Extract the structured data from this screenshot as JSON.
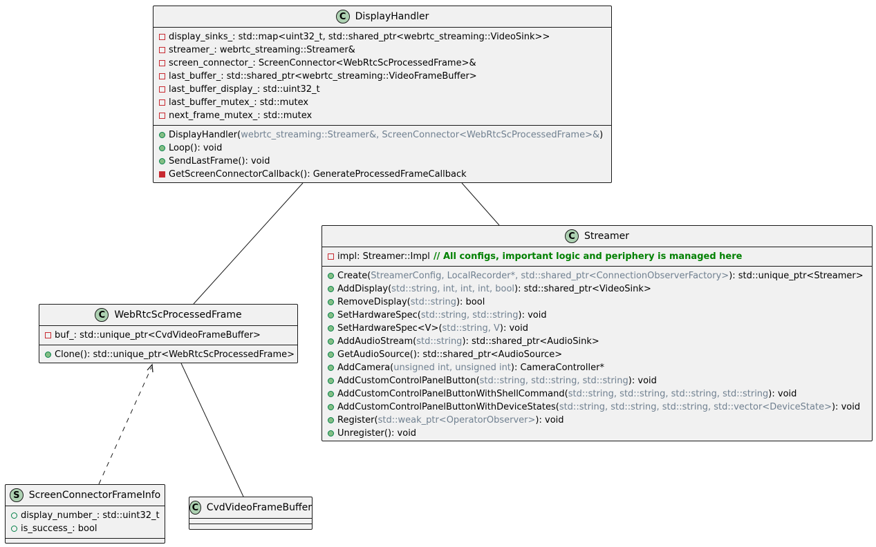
{
  "classes": {
    "display_handler": {
      "kind": "C",
      "name": "DisplayHandler",
      "fields": [
        {
          "vis": "private",
          "text": "display_sinks_: std::map<uint32_t, std::shared_ptr<webrtc_streaming::VideoSink>>"
        },
        {
          "vis": "private",
          "text": "streamer_: webrtc_streaming::Streamer&"
        },
        {
          "vis": "private",
          "text": "screen_connector_: ScreenConnector<WebRtcScProcessedFrame>&"
        },
        {
          "vis": "private",
          "text": "last_buffer_: std::shared_ptr<webrtc_streaming::VideoFrameBuffer>"
        },
        {
          "vis": "private",
          "text": "last_buffer_display_: std::uint32_t"
        },
        {
          "vis": "private",
          "text": "last_buffer_mutex_: std::mutex"
        },
        {
          "vis": "private",
          "text": "next_frame_mutex_: std::mutex"
        }
      ],
      "methods": [
        {
          "vis": "public",
          "name": "DisplayHandler(",
          "params": "webrtc_streaming::Streamer&, ScreenConnector<WebRtcScProcessedFrame>&",
          "ret": ")"
        },
        {
          "vis": "public",
          "name": "Loop(): void",
          "params": "",
          "ret": ""
        },
        {
          "vis": "public",
          "name": "SendLastFrame(): void",
          "params": "",
          "ret": ""
        },
        {
          "vis": "private",
          "name": "GetScreenConnectorCallback(): GenerateProcessedFrameCallback",
          "params": "",
          "ret": ""
        }
      ]
    },
    "streamer": {
      "kind": "C",
      "name": "Streamer",
      "field": {
        "vis": "private",
        "text": "impl: Streamer::Impl",
        "comment": "// All configs, important logic and periphery is managed here"
      },
      "methods": [
        {
          "vis": "public",
          "name": "Create(",
          "params": "StreamerConfig, LocalRecorder*, std::shared_ptr<ConnectionObserverFactory>",
          "ret": "): std::unique_ptr<Streamer>"
        },
        {
          "vis": "public",
          "name": "AddDisplay(",
          "params": "std::string, int, int, int, bool",
          "ret": "): std::shared_ptr<VideoSink>"
        },
        {
          "vis": "public",
          "name": "RemoveDisplay(",
          "params": "std::string",
          "ret": "): bool"
        },
        {
          "vis": "public",
          "name": "SetHardwareSpec(",
          "params": "std::string, std::string",
          "ret": "): void"
        },
        {
          "vis": "public",
          "name": "SetHardwareSpec<V>(",
          "params": "std::string, V",
          "ret": "): void"
        },
        {
          "vis": "public",
          "name": "AddAudioStream(",
          "params": "std::string",
          "ret": "): std::shared_ptr<AudioSink>"
        },
        {
          "vis": "public",
          "name": "GetAudioSource(): std::shared_ptr<AudioSource>",
          "params": "",
          "ret": ""
        },
        {
          "vis": "public",
          "name": "AddCamera(",
          "params": "unsigned int, unsigned int",
          "ret": "): CameraController*"
        },
        {
          "vis": "public",
          "name": "AddCustomControlPanelButton(",
          "params": "std::string, std::string, std::string",
          "ret": "): void"
        },
        {
          "vis": "public",
          "name": "AddCustomControlPanelButtonWithShellCommand(",
          "params": "std::string, std::string, std::string, std::string",
          "ret": "): void"
        },
        {
          "vis": "public",
          "name": "AddCustomControlPanelButtonWithDeviceStates(",
          "params": "std::string, std::string, std::string, std::vector<DeviceState>",
          "ret": "): void"
        },
        {
          "vis": "public",
          "name": "Register(",
          "params": "std::weak_ptr<OperatorObserver>",
          "ret": "): void"
        },
        {
          "vis": "public",
          "name": "Unregister(): void",
          "params": "",
          "ret": ""
        }
      ]
    },
    "webrtc_frame": {
      "kind": "C",
      "name": "WebRtcScProcessedFrame",
      "field": {
        "vis": "private",
        "text": "buf_: std::unique_ptr<CvdVideoFrameBuffer>"
      },
      "method": {
        "vis": "public",
        "text": "Clone(): std::unique_ptr<WebRtcScProcessedFrame>"
      }
    },
    "frame_info": {
      "kind": "S",
      "name": "ScreenConnectorFrameInfo",
      "fields": [
        {
          "vis": "public",
          "text": "display_number_: std::uint32_t"
        },
        {
          "vis": "public",
          "text": "is_success_: bool"
        }
      ]
    },
    "cvd_buffer": {
      "kind": "C",
      "name": "CvdVideoFrameBuffer"
    }
  },
  "colors": {
    "class_bg": "#f1f1f1",
    "border": "#181818",
    "badge_class": "#add1b2",
    "badge_struct": "#add1b2",
    "params": "#708090",
    "comment": "#008000",
    "private": "#c82930",
    "public": "#038048"
  }
}
